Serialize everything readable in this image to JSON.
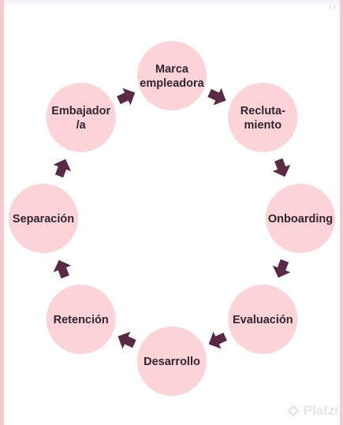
{
  "diagram": {
    "colors": {
      "node_fill": "#fcd3d6",
      "arrow_fill": "#5a2a45",
      "text": "#2f2730",
      "border": "#f6c9cf"
    },
    "nodes": [
      {
        "id": "marca",
        "lines": [
          "Marca",
          "empleadora"
        ]
      },
      {
        "id": "reclutamiento",
        "lines": [
          "Recluta-",
          "miento"
        ]
      },
      {
        "id": "onboarding",
        "lines": [
          "Onboarding"
        ]
      },
      {
        "id": "evaluacion",
        "lines": [
          "Evaluación"
        ]
      },
      {
        "id": "desarrollo",
        "lines": [
          "Desarrollo"
        ]
      },
      {
        "id": "retencion",
        "lines": [
          "Retención"
        ]
      },
      {
        "id": "separacion",
        "lines": [
          "Separación"
        ]
      },
      {
        "id": "embajador",
        "lines": [
          "Embajador",
          "/a"
        ]
      }
    ],
    "edges": [
      {
        "from": "marca",
        "to": "reclutamiento"
      },
      {
        "from": "reclutamiento",
        "to": "onboarding"
      },
      {
        "from": "onboarding",
        "to": "evaluacion"
      },
      {
        "from": "evaluacion",
        "to": "desarrollo"
      },
      {
        "from": "desarrollo",
        "to": "retencion"
      },
      {
        "from": "retencion",
        "to": "separacion"
      },
      {
        "from": "separacion",
        "to": "embajador"
      },
      {
        "from": "embajador",
        "to": "marca"
      }
    ]
  },
  "watermark": {
    "text": "Platzi",
    "icon": "platzi-logo-icon"
  }
}
